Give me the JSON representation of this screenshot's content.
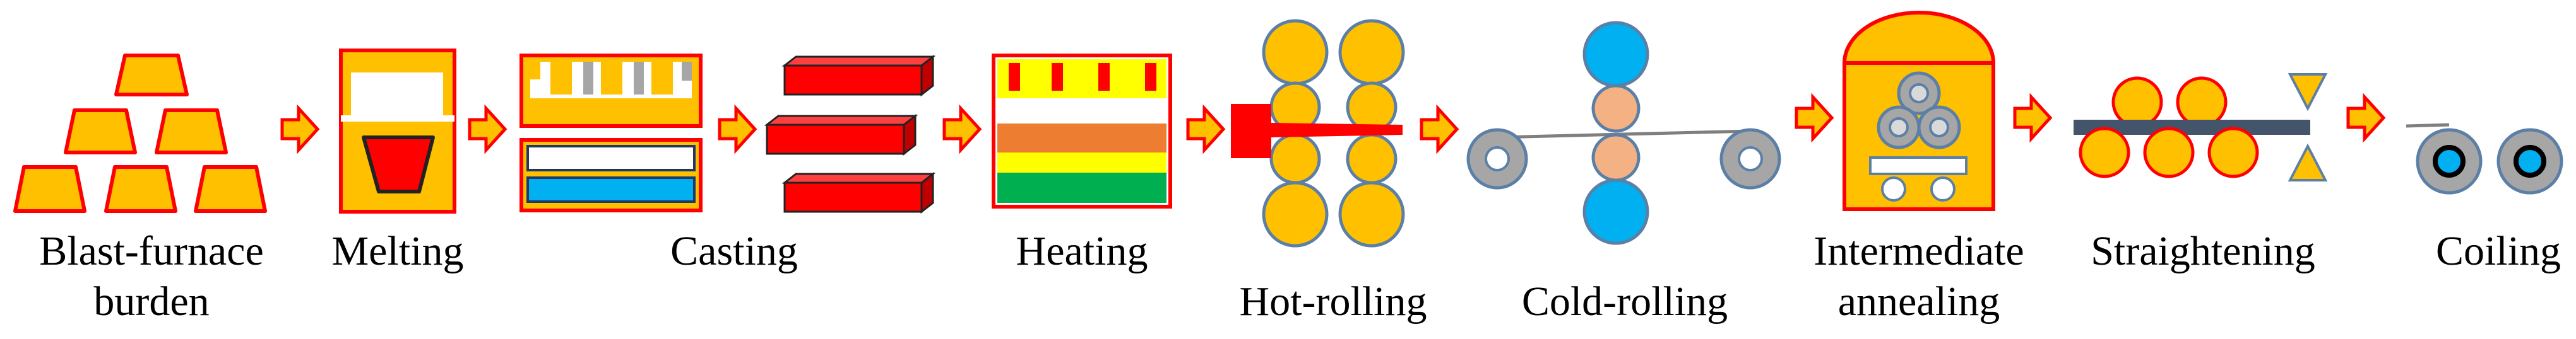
{
  "stages": [
    {
      "id": "blast-furnace-burden",
      "label_lines": [
        "Blast-furnace",
        "burden"
      ]
    },
    {
      "id": "melting",
      "label_lines": [
        "Melting"
      ]
    },
    {
      "id": "casting",
      "label_lines": [
        "Casting"
      ]
    },
    {
      "id": "heating",
      "label_lines": [
        "Heating"
      ]
    },
    {
      "id": "hot-rolling",
      "label_lines": [
        "Hot-rolling"
      ]
    },
    {
      "id": "cold-rolling",
      "label_lines": [
        "Cold-rolling"
      ]
    },
    {
      "id": "intermediate-annealing",
      "label_lines": [
        "Intermediate",
        "annealing"
      ]
    },
    {
      "id": "straightening",
      "label_lines": [
        "Straightening"
      ]
    },
    {
      "id": "coiling",
      "label_lines": [
        "Coiling"
      ]
    }
  ],
  "colors": {
    "gold": "#FFC000",
    "red": "#FF0000",
    "dark_red": "#C00000",
    "yellow": "#FFFF00",
    "orange": "#ED7D31",
    "green": "#00B050",
    "sky_blue": "#00B0F0",
    "salmon": "#F4B183",
    "steel_blue": "#5B7FA6",
    "gray_roll": "#A6A6A6",
    "roll_light": "#D9D9D9",
    "strip_gray": "#7F7F7F",
    "dark_slate": "#44546A",
    "text": "#000000"
  }
}
